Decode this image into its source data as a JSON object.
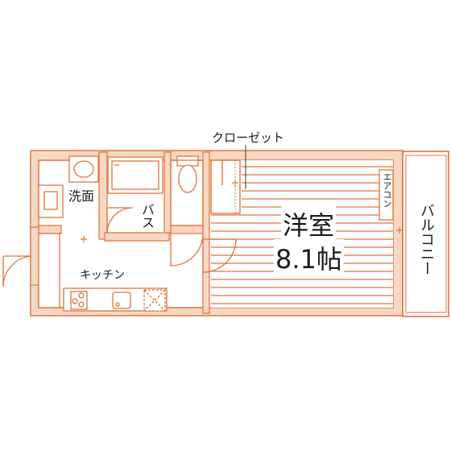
{
  "floorplan": {
    "colors": {
      "wall": "#f6d8c4",
      "line": "#e0733a",
      "floor_line": "#e0733a",
      "bg": "#ffffff",
      "text": "#1a1a1a"
    },
    "rooms": {
      "western_room": {
        "name": "洋室",
        "size": "8.1帖"
      },
      "closet": "クローゼット",
      "aircon": "エアコン",
      "balcony": "バルコニー",
      "washroom": "洗面",
      "bath": "バス",
      "kitchen": "キッチン"
    }
  }
}
